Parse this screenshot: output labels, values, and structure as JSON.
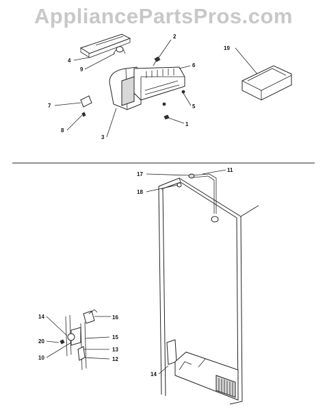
{
  "watermark": "AppliancePartsPros.com",
  "callouts": [
    "1",
    "2",
    "3",
    "4",
    "5",
    "6",
    "7",
    "8",
    "9",
    "10",
    "11",
    "12",
    "13",
    "14",
    "14",
    "15",
    "16",
    "17",
    "18",
    "19",
    "20"
  ]
}
